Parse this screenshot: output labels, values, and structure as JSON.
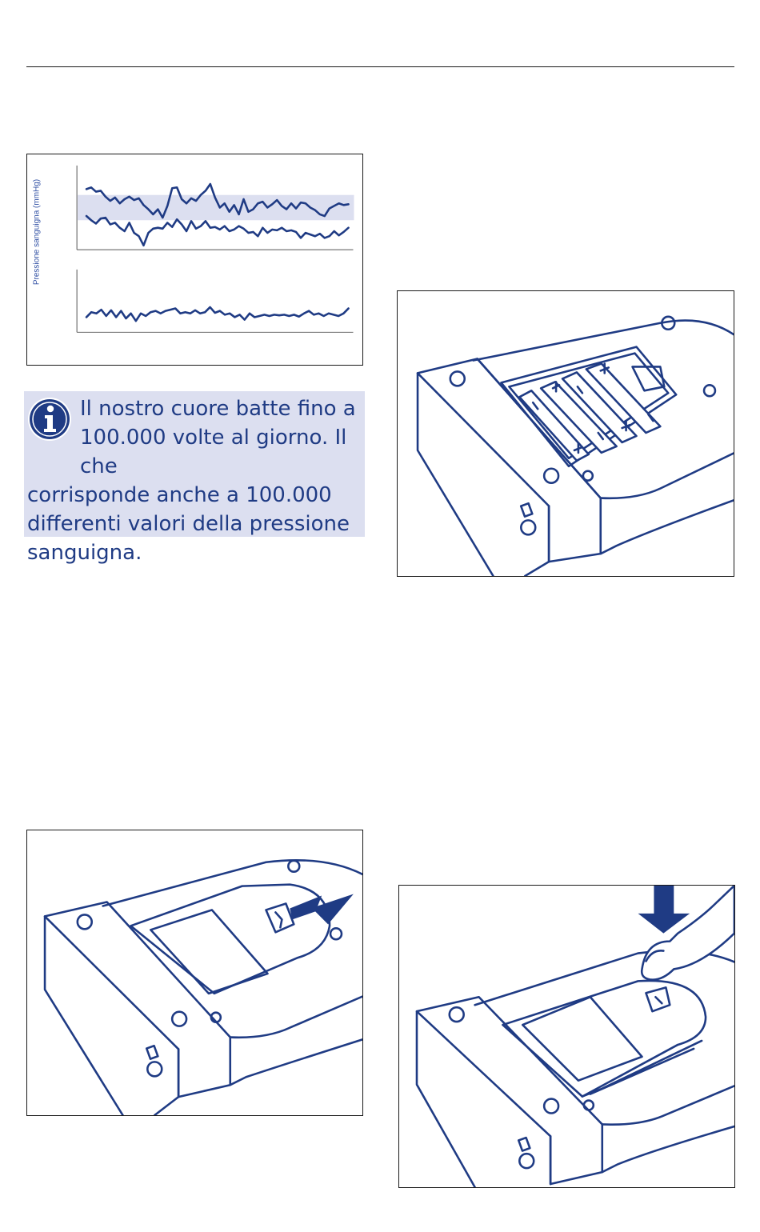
{
  "chart_data": {
    "type": "line",
    "ylabel": "Pressione sanguigna (mmHg)",
    "xlabel": "",
    "title": "",
    "grid": false,
    "legend": "none",
    "panels": [
      {
        "name": "upper",
        "band": [
          0.35,
          0.65
        ],
        "series": [
          {
            "values": [
              0.72,
              0.74,
              0.69,
              0.7,
              0.63,
              0.58,
              0.62,
              0.55,
              0.6,
              0.63,
              0.59,
              0.61,
              0.53,
              0.48,
              0.42,
              0.48,
              0.38,
              0.52,
              0.73,
              0.74,
              0.6,
              0.55,
              0.61,
              0.58,
              0.65,
              0.7,
              0.78,
              0.62,
              0.5,
              0.55,
              0.45,
              0.53,
              0.42,
              0.6,
              0.45,
              0.48,
              0.55,
              0.57,
              0.5,
              0.54,
              0.59,
              0.52,
              0.48,
              0.55,
              0.49,
              0.56,
              0.55,
              0.5,
              0.47,
              0.42,
              0.4,
              0.49,
              0.52,
              0.55,
              0.53,
              0.54
            ]
          },
          {
            "values": [
              0.4,
              0.35,
              0.31,
              0.37,
              0.38,
              0.3,
              0.32,
              0.26,
              0.22,
              0.32,
              0.2,
              0.16,
              0.05,
              0.2,
              0.25,
              0.26,
              0.25,
              0.32,
              0.27,
              0.36,
              0.3,
              0.22,
              0.34,
              0.25,
              0.28,
              0.34,
              0.26,
              0.27,
              0.24,
              0.28,
              0.22,
              0.24,
              0.28,
              0.25,
              0.2,
              0.21,
              0.16,
              0.26,
              0.2,
              0.24,
              0.23,
              0.26,
              0.22,
              0.23,
              0.21,
              0.14,
              0.2,
              0.18,
              0.16,
              0.19,
              0.14,
              0.16,
              0.22,
              0.17,
              0.21,
              0.26
            ]
          }
        ]
      },
      {
        "name": "lower",
        "series": [
          {
            "values": [
              0.24,
              0.32,
              0.3,
              0.36,
              0.26,
              0.35,
              0.24,
              0.34,
              0.22,
              0.3,
              0.18,
              0.3,
              0.26,
              0.32,
              0.34,
              0.3,
              0.34,
              0.36,
              0.38,
              0.3,
              0.32,
              0.3,
              0.35,
              0.3,
              0.32,
              0.4,
              0.31,
              0.34,
              0.28,
              0.3,
              0.24,
              0.28,
              0.2,
              0.3,
              0.24,
              0.26,
              0.28,
              0.26,
              0.28,
              0.27,
              0.28,
              0.26,
              0.28,
              0.25,
              0.3,
              0.34,
              0.28,
              0.3,
              0.26,
              0.3,
              0.28,
              0.26,
              0.3,
              0.38
            ]
          }
        ]
      }
    ]
  },
  "info_note": {
    "icon": "info-icon",
    "lines": [
      "Il nostro cuore batte fino a",
      "100.000 volte al giorno. Il che",
      "corrisponde anche a 100.000",
      "differenti valori della pressione",
      "sanguigna."
    ]
  },
  "illustrations": {
    "batteries": "battery-compartment-illustration",
    "open_cover": "open-battery-cover-illustration",
    "close_cover": "close-battery-cover-illustration"
  },
  "colors": {
    "accent": "#1f3b84",
    "info_bg": "#dcdff0",
    "band": "#dcdff0"
  }
}
